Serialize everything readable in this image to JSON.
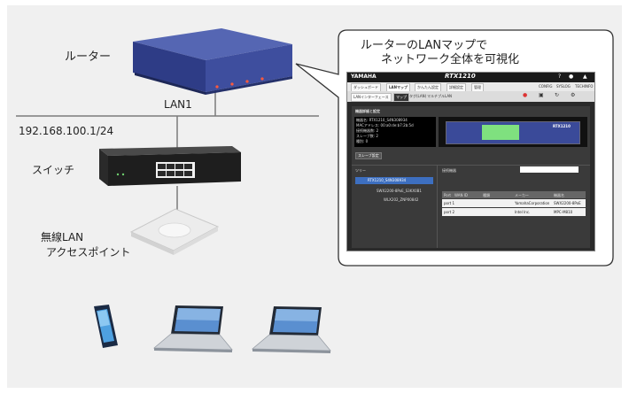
{
  "labels": {
    "router": "ルーター",
    "lan1": "LAN1",
    "ip": "192.168.100.1/24",
    "switch": "スイッチ",
    "ap_line1": "無線LAN",
    "ap_line2": "アクセスポイント"
  },
  "callout": {
    "line1": "ルーターのLANマップで",
    "line2": "ネットワーク全体を可視化"
  },
  "screenshot": {
    "brand": "YAMAHA",
    "model": "RTX1210",
    "tabs": [
      "ダッシュボード",
      "LANマップ",
      "かんたん設定",
      "詳細設定",
      "管理"
    ],
    "right_links": [
      "CONFIG",
      "SYSLOG",
      "TECHINFO"
    ],
    "menu": [
      "LANインターフェース",
      "マップ",
      "タグ(LAN)",
      "マルチプルLAN"
    ],
    "device_info_title": "機器詳細と設定",
    "device_info_lines": [
      "機器名: RTX1210_S4N308934",
      "MACアドレス: 00:a0:de:b7:2b:5d",
      "接続機器数: 2",
      "スレーブ数: 2",
      "種別: 0"
    ],
    "slave_button": "スレーブ設定",
    "tree_title": "ツリー",
    "tree_items": [
      "RTX1210_S4N308934",
      "SWX2200-8PoE_S3KX0B1",
      "WLX202_ZNP00842"
    ],
    "table_title": "接続機器",
    "table_headers": [
      "Port",
      "WAN ID",
      "種類",
      "メーカー",
      "機器名"
    ],
    "table_rows": [
      [
        "port 1",
        "",
        "",
        "YamahaCorporation",
        "SWX2200-8PoE"
      ],
      [
        "port 2",
        "",
        "",
        "Intel Inc.",
        "MPC-M810"
      ]
    ]
  },
  "colors": {
    "router_blue": "#3a4a99",
    "lan_line": "#777777",
    "callout_border": "#333333"
  }
}
